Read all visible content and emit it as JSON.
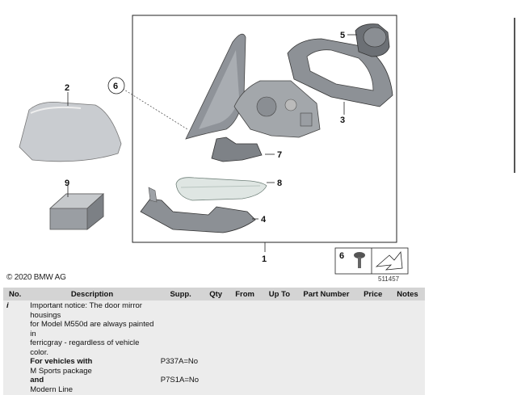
{
  "diagram": {
    "callouts": [
      "1",
      "2",
      "3",
      "4",
      "5",
      "6",
      "7",
      "8",
      "9"
    ],
    "legend_box": {
      "number": "6",
      "ref_number": "511457"
    }
  },
  "copyright": "© 2020 BMW AG",
  "table": {
    "headers": {
      "no": "No.",
      "description": "Description",
      "supp": "Supp.",
      "qty": "Qty",
      "from": "From",
      "upto": "Up To",
      "part_number": "Part Number",
      "price": "Price",
      "notes": "Notes"
    },
    "rows": [
      {
        "no": "i",
        "lines": [
          {
            "text": "Important notice: The door mirror",
            "supp": ""
          },
          {
            "text": "housings",
            "supp": ""
          },
          {
            "text": "for Model M550d are always painted in",
            "supp": ""
          },
          {
            "text": "ferricgray - regardless of vehicle",
            "supp": ""
          },
          {
            "text": "color.",
            "supp": ""
          },
          {
            "text": "For vehicles with",
            "supp": "",
            "bold": true
          },
          {
            "text": "M Sports package",
            "supp": "P337A=No"
          },
          {
            "text": "and",
            "supp": "",
            "bold": true
          },
          {
            "text": "Modern Line",
            "supp": "P7S1A=No"
          }
        ]
      }
    ]
  }
}
